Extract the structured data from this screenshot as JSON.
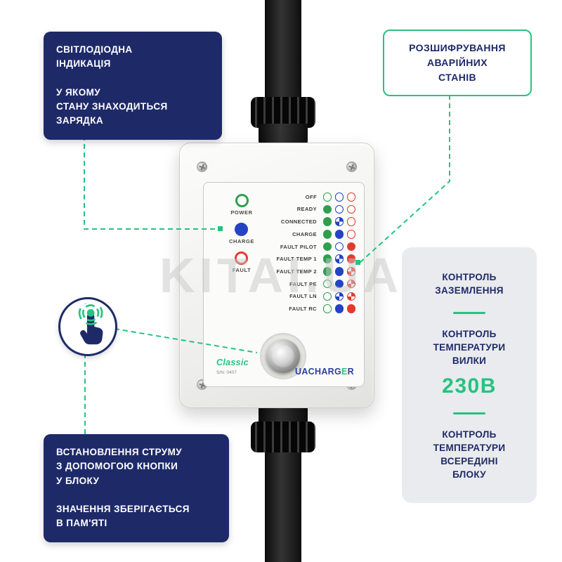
{
  "watermark": "KITAI.UA",
  "colors": {
    "navy": "#1e2a68",
    "green_accent": "#27c281",
    "led_green": "#2f9e4f",
    "led_blue": "#2443c4",
    "led_red": "#e23b2e"
  },
  "callouts": {
    "led_indication": "СВІТЛОДІОДНА\nІНДИКАЦІЯ\n\nУ ЯКОМУ\nСТАНУ ЗНАХОДИТЬСЯ\nЗАРЯДКА",
    "fault_decode": "РОЗШИФРУВАННЯ\nАВАРІЙНИХ\nСТАНІВ",
    "current_setting": "ВСТАНОВЛЕННЯ СТРУМУ\nЗ ДОПОМОГОЮ КНОПКИ\nУ БЛОКУ\n\nЗНАЧЕННЯ ЗБЕРІГАЄТЬСЯ\nВ ПАМ'ЯТІ"
  },
  "info_panel": {
    "item1": "КОНТРОЛЬ\nЗАЗЕМЛЕННЯ",
    "item2": "КОНТРОЛЬ\nТЕМПЕРАТУРИ\nВИЛКИ",
    "voltage": "230В",
    "item3": "КОНТРОЛЬ\nТЕМПЕРАТУРИ\nВСЕРЕДИНІ\nБЛОКУ"
  },
  "device": {
    "model": "Classic",
    "serial": "S/N: 0407",
    "brand": {
      "pre": "UACHARG",
      "accent": "E",
      "post": "R"
    },
    "columns": [
      "green",
      "blue",
      "red"
    ],
    "legend": [
      {
        "label": "POWER",
        "color": "green",
        "style": "ring"
      },
      {
        "label": "CHARGE",
        "color": "blue",
        "style": "filled"
      },
      {
        "label": "FAULT",
        "color": "red",
        "style": "ring"
      }
    ],
    "rows": [
      {
        "label": "OFF",
        "leds": [
          "off",
          "off",
          "off"
        ]
      },
      {
        "label": "READY",
        "leds": [
          "on",
          "off",
          "off"
        ]
      },
      {
        "label": "CONNECTED",
        "leds": [
          "on",
          "blink",
          "off"
        ]
      },
      {
        "label": "CHARGE",
        "leds": [
          "on",
          "on",
          "off"
        ]
      },
      {
        "label": "FAULT PILOT",
        "leds": [
          "on",
          "off",
          "on"
        ]
      },
      {
        "label": "FAULT TEMP 1",
        "leds": [
          "on",
          "blink",
          "on"
        ]
      },
      {
        "label": "FAULT TEMP 2",
        "leds": [
          "on",
          "on",
          "blink"
        ]
      },
      {
        "label": "FAULT PE",
        "leds": [
          "off",
          "on",
          "blink"
        ]
      },
      {
        "label": "FAULT LN",
        "leds": [
          "off",
          "blink",
          "blink"
        ]
      },
      {
        "label": "FAULT RC",
        "leds": [
          "off",
          "on",
          "on"
        ]
      }
    ]
  }
}
